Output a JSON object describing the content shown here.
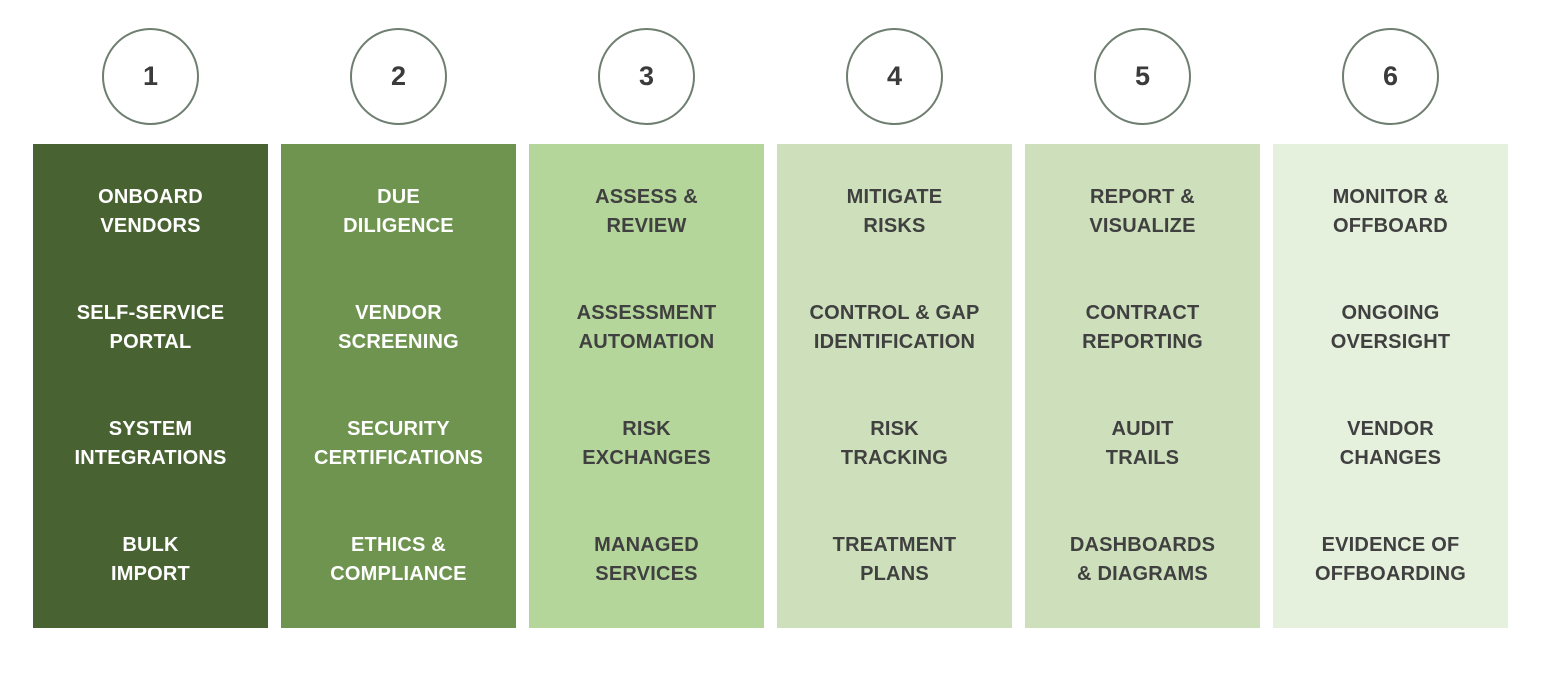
{
  "page": {
    "background": "#ffffff"
  },
  "circle": {
    "border_color": "#6e7e70",
    "number_color": "#3b3b3b",
    "fill": "#ffffff"
  },
  "columns": [
    {
      "number": "1",
      "title": "ONBOARD\nVENDORS",
      "items": [
        "SELF-SERVICE\nPORTAL",
        "SYSTEM\nINTEGRATIONS",
        "BULK\nIMPORT"
      ],
      "bg": "#486231",
      "text_color": "#ffffff"
    },
    {
      "number": "2",
      "title": "DUE\nDILIGENCE",
      "items": [
        "VENDOR\nSCREENING",
        "SECURITY\nCERTIFICATIONS",
        "ETHICS &\nCOMPLIANCE"
      ],
      "bg": "#6e9450",
      "text_color": "#ffffff"
    },
    {
      "number": "3",
      "title": "ASSESS &\nREVIEW",
      "items": [
        "ASSESSMENT\nAUTOMATION",
        "RISK\nEXCHANGES",
        "MANAGED\nSERVICES"
      ],
      "bg": "#b4d69b",
      "text_color": "#404040"
    },
    {
      "number": "4",
      "title": "MITIGATE\nRISKS",
      "items": [
        "CONTROL & GAP\nIDENTIFICATION",
        "RISK\nTRACKING",
        "TREATMENT\nPLANS"
      ],
      "bg": "#cde0bb",
      "text_color": "#404040"
    },
    {
      "number": "5",
      "title": "REPORT &\nVISUALIZE",
      "items": [
        "CONTRACT\nREPORTING",
        "AUDIT\nTRAILS",
        "DASHBOARDS\n& DIAGRAMS"
      ],
      "bg": "#cde0bb",
      "text_color": "#404040"
    },
    {
      "number": "6",
      "title": "MONITOR &\nOFFBOARD",
      "items": [
        "ONGOING\nOVERSIGHT",
        "VENDOR\nCHANGES",
        "EVIDENCE OF\nOFFBOARDING"
      ],
      "bg": "#e5f0dd",
      "text_color": "#404040"
    }
  ]
}
